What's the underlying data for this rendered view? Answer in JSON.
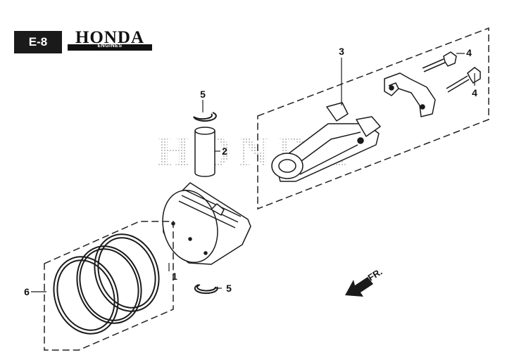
{
  "header": {
    "section_code": "E-8",
    "brand": "HONDA",
    "brand_sub": "ENGINES"
  },
  "watermark": {
    "text": "HONDA"
  },
  "callouts": {
    "piston": "1",
    "piston_pin": "2",
    "connecting_rod_assy": "3",
    "bolt_upper": "4",
    "bolt_lower": "4",
    "pin_clip_upper": "5",
    "pin_clip_lower": "5",
    "piston_ring_set": "6"
  },
  "direction": {
    "label": "FR."
  },
  "colors": {
    "line": "#1a1a1a",
    "badge": "#1a1a1a",
    "watermark": "#c8c8c8"
  }
}
